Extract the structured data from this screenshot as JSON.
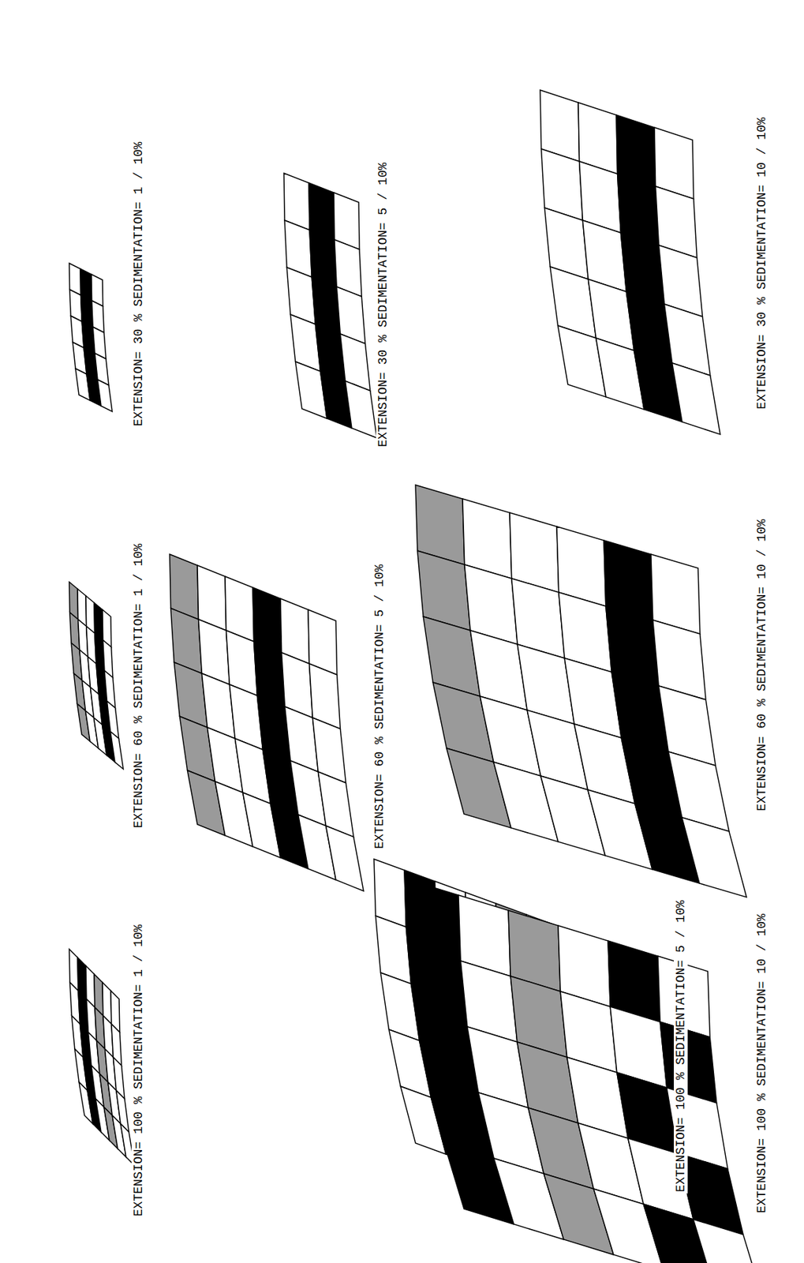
{
  "diagram": {
    "labels": [
      "EXTENSION= 30 % SEDIMENTATION= 1 / 10%",
      "EXTENSION= 30 % SEDIMENTATION= 5 / 10%",
      "EXTENSION= 30 % SEDIMENTATION= 10 / 10%",
      "EXTENSION= 60 % SEDIMENTATION= 1 / 10%",
      "EXTENSION= 60 % SEDIMENTATION= 5 / 10%",
      "EXTENSION= 60 % SEDIMENTATION= 10 / 10%",
      "EXTENSION= 100 % SEDIMENTATION= 1 / 10%",
      "EXTENSION= 100 % SEDIMENTATION= 5 / 10%",
      "EXTENSION= 100 % SEDIMENTATION= 10 / 10%"
    ]
  }
}
